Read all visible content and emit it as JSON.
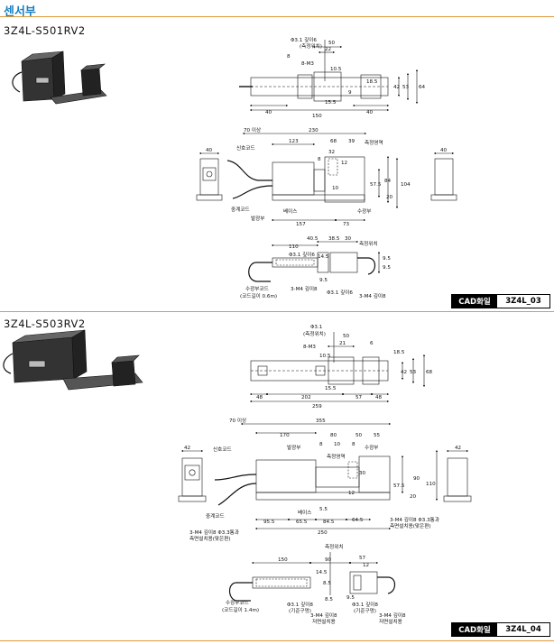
{
  "header": {
    "title": "센서부"
  },
  "sections": [
    {
      "model": "3Z4L-S501RV2",
      "cad_label": "CAD화일",
      "cad_value": "3Z4L_03"
    },
    {
      "model": "3Z4L-S503RV2",
      "cad_label": "CAD화일",
      "cad_value": "3Z4L_04"
    }
  ],
  "d1": {
    "top": {
      "hole": "Φ3.1 깊이6",
      "note": "(측정위치)",
      "m3": "8-M3",
      "d50": "50",
      "d22": "22",
      "d8": "8",
      "d10_5": "10.5",
      "d18_5": "18.5",
      "d42": "42",
      "d53": "53",
      "d64": "64",
      "d40a": "40",
      "d150": "150",
      "d40b": "40",
      "d15_5": "15.5",
      "d9": "9"
    },
    "front": {
      "d70": "70 이상",
      "d230": "230",
      "d123": "123",
      "d68": "68",
      "d39": "39",
      "d32": "32",
      "d8": "8",
      "d12": "12",
      "d10": "10",
      "d57_5": "57.5",
      "d84": "84",
      "d104": "104",
      "d20": "20",
      "d157": "157",
      "d73": "73",
      "d40L": "40",
      "d40R": "40",
      "l_signal": "신호코드",
      "l_relay": "중계코드",
      "l_emit": "발광부",
      "l_base": "베이스",
      "l_area": "측정영역",
      "l_recv": "수광부"
    },
    "bottom": {
      "d110": "110",
      "d40_5": "40.5",
      "d38_5": "38.5",
      "d30": "30",
      "l_pos": "측정위치",
      "hole1": "Φ3.1 깊이6",
      "hole2": "Φ3.1 깊이6",
      "m4a": "3-M4 깊이8",
      "m4b": "3-M4 깊이8",
      "d14_5": "14.5",
      "d9_5a": "9.5",
      "d9_5b": "9.5",
      "d9_5c": "9.5",
      "recv1": "수광부코드",
      "recv2": "(코드길이 0.6m)"
    }
  },
  "d2": {
    "top": {
      "hole": "Φ3.1",
      "note": "(측정위치)",
      "m3": "8-M3",
      "d50": "50",
      "d21": "21",
      "d6": "6",
      "d10_5": "10.5",
      "d18_5": "18.5",
      "d42": "42",
      "d53": "53",
      "d68": "68",
      "d48a": "48",
      "d202": "202",
      "d57": "57",
      "d48b": "48",
      "d259": "259",
      "d15_5": "15.5"
    },
    "front": {
      "d70": "70 이상",
      "d355": "355",
      "d170": "170",
      "d80": "80",
      "d50": "50",
      "d55": "55",
      "d8a": "8",
      "d10": "10",
      "d8b": "8",
      "d30": "30",
      "d90": "90",
      "d57_5": "57.5",
      "d110": "110",
      "d20": "20",
      "d12": "12",
      "d95_5": "95.5",
      "d65_5": "65.5",
      "d84_5": "84.5",
      "d64_5": "64.5",
      "d5_5": "5.5",
      "d250": "250",
      "d42L": "42",
      "d42R": "42",
      "l_signal": "신호코드",
      "l_emit": "발광부",
      "l_area": "측정영역",
      "l_recv": "수광부",
      "l_relay": "중계코드",
      "l_base": "베이스",
      "m4L1": "3-M4 깊이8 Φ3.3통과",
      "m4L2": "측면설치용(맞은편)",
      "m4R1": "3-M4 깊이8 Φ3.3통과",
      "m4R2": "측면설치용(맞은편)"
    },
    "bottom": {
      "l_pos": "측정위치",
      "d150": "150",
      "d90": "90",
      "d57": "57",
      "d12": "12",
      "d14_5": "14.5",
      "d8_5a": "8.5",
      "d8_5b": "8.5",
      "d9_5": "9.5",
      "recv1": "수광부코드",
      "recv2": "(코드길이 1.4m)",
      "hole1": "Φ3.1 깊이8",
      "hole1b": "(기준구멍)",
      "hole2": "Φ3.1 깊이8",
      "hole2b": "(기준구멍)",
      "m4a": "3-M4 깊이8",
      "m4a2": "저면설치용",
      "m4b": "3-M4 깊이8",
      "m4b2": "저면설치용"
    }
  }
}
